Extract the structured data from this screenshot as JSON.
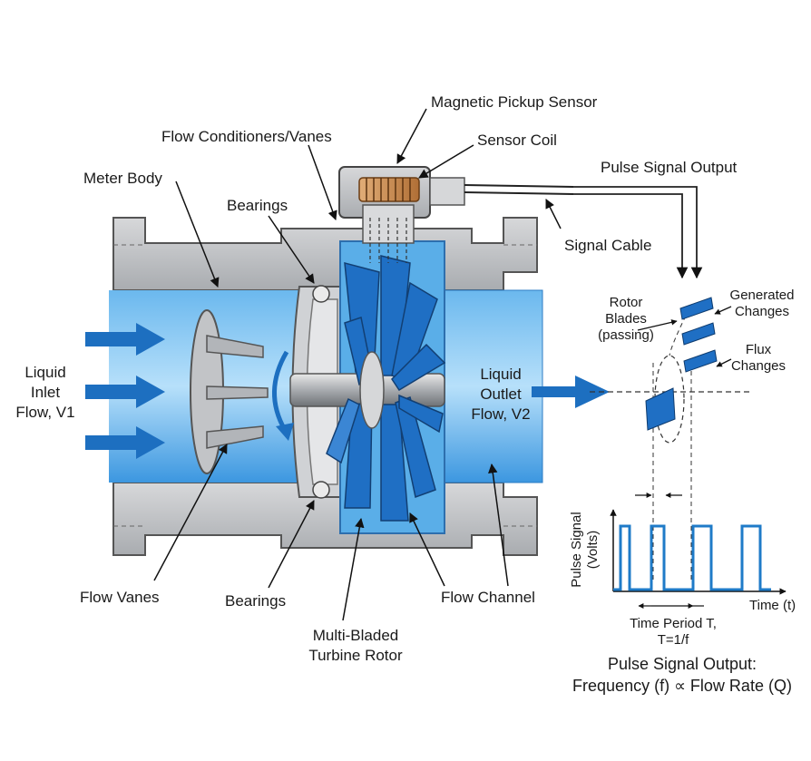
{
  "labels": {
    "magnetic_pickup_sensor": "Magnetic Pickup Sensor",
    "sensor_coil": "Sensor Coil",
    "flow_conditioners": "Flow Conditioners/Vanes",
    "pulse_signal_output": "Pulse Signal Output",
    "meter_body": "Meter Body",
    "bearings_top": "Bearings",
    "signal_cable": "Signal Cable",
    "rotor_blades_l1": "Rotor",
    "rotor_blades_l2": "Blades",
    "rotor_blades_l3": "(passing)",
    "generated_l1": "Generated",
    "generated_l2": "Changes",
    "flux_l1": "Flux",
    "flux_l2": "Changes",
    "inlet_l1": "Liquid",
    "inlet_l2": "Inlet",
    "inlet_l3": "Flow, V1",
    "outlet_l1": "Liquid",
    "outlet_l2": "Outlet",
    "outlet_l3": "Flow, V2",
    "flow_vanes": "Flow Vanes",
    "bearings_bottom": "Bearings",
    "flow_channel": "Flow Channel",
    "rotor_l1": "Multi-Bladed",
    "rotor_l2": "Turbine Rotor",
    "pulse_axis_l1": "Pulse Signal",
    "pulse_axis_l2": "(Volts)",
    "time_axis": "Time (t)",
    "period_l1": "Time Period T,",
    "period_l2": "T=1/f",
    "caption_l1": "Pulse Signal Output:",
    "caption_l2": "Frequency (f) ∝ Flow Rate (Q)"
  },
  "colors": {
    "fluid": "#3d9be3",
    "fluid_light": "#9fd2f4",
    "blade": "#1f6fc4",
    "metal": "#c4c6c9",
    "metal_dark": "#7f8388",
    "arrow": "#1d6fc0",
    "signal": "#1f7bc8",
    "coil": "#c98a4b"
  },
  "icons": [
    "flow-arrow-icon",
    "rotation-arrow-icon"
  ]
}
